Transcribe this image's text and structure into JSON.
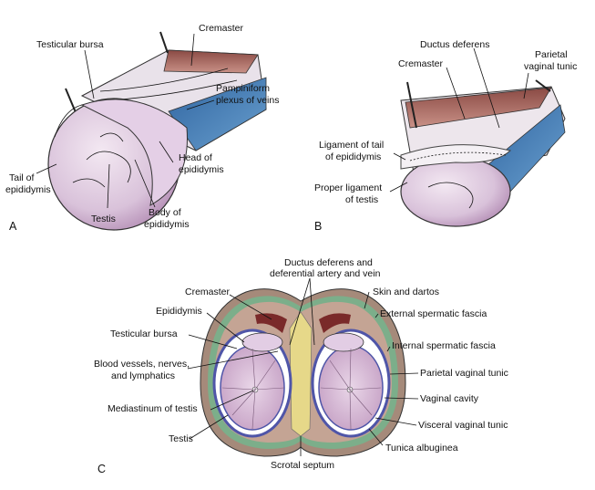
{
  "panels": [
    "A",
    "B",
    "C"
  ],
  "panel_a": {
    "cremaster": "Cremaster",
    "testicular_bursa": "Testicular bursa",
    "pampiniform": [
      "Pampiniform",
      "plexus of veins"
    ],
    "head_epididymis": [
      "Head of",
      "epididymis"
    ],
    "tail_epididymis": [
      "Tail of",
      "epididymis"
    ],
    "testis": "Testis",
    "body_epididymis": [
      "Body of",
      "epididymis"
    ]
  },
  "panel_b": {
    "ductus_deferens": "Ductus deferens",
    "parietal_vaginal_tunic": [
      "Parietal",
      "vaginal tunic"
    ],
    "cremaster": "Cremaster",
    "ligament_tail": [
      "Ligament of tail",
      "of epididymis"
    ],
    "proper_ligament": [
      "Proper ligament",
      "of testis"
    ]
  },
  "panel_c": {
    "ductus_artery_vein": [
      "Ductus deferens and",
      "deferential artery and vein"
    ],
    "cremaster": "Cremaster",
    "skin_dartos": "Skin and dartos",
    "epididymis": "Epididymis",
    "external_spermatic": "External spermatic fascia",
    "testicular_bursa": "Testicular bursa",
    "internal_spermatic": "Internal spermatic fascia",
    "blood_vessels": [
      "Blood vessels, nerves,",
      "and lymphatics"
    ],
    "parietal_vaginal_tunic": "Parietal vaginal tunic",
    "mediastinum": "Mediastinum of testis",
    "vaginal_cavity": "Vaginal cavity",
    "testis": "Testis",
    "visceral_vaginal_tunic": "Visceral vaginal tunic",
    "tunica_albuginea": "Tunica albuginea",
    "scrotal_septum": "Scrotal septum"
  },
  "colors": {
    "testis": "#d8c2dc",
    "muscle": "#b97a6e",
    "veins": "#3f78b0",
    "skin": "#a58a7a",
    "fascia_green": "#7cae8a",
    "septum_yellow": "#e6d889",
    "tunic_blue": "#4f55a8"
  }
}
